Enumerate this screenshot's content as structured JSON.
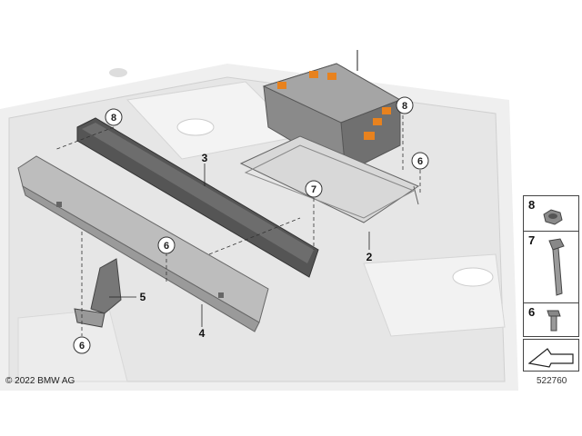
{
  "callouts": {
    "c8a": "8",
    "c8b": "8",
    "c7": "7",
    "c6a": "6",
    "c6b": "6",
    "c6c": "6"
  },
  "labels": {
    "l2": "2",
    "l3": "3",
    "l4": "4",
    "l5": "5"
  },
  "legend": {
    "n8": "8",
    "n7": "7",
    "n6": "6"
  },
  "footer": {
    "copyright": "© 2022 BMW AG",
    "diagram_id": "522760"
  },
  "colors": {
    "background": "#ffffff",
    "tray": "#e8e8e8",
    "part_dark": "#555555",
    "part_mid": "#8a8a8a",
    "accent_orange": "#e8821e"
  }
}
